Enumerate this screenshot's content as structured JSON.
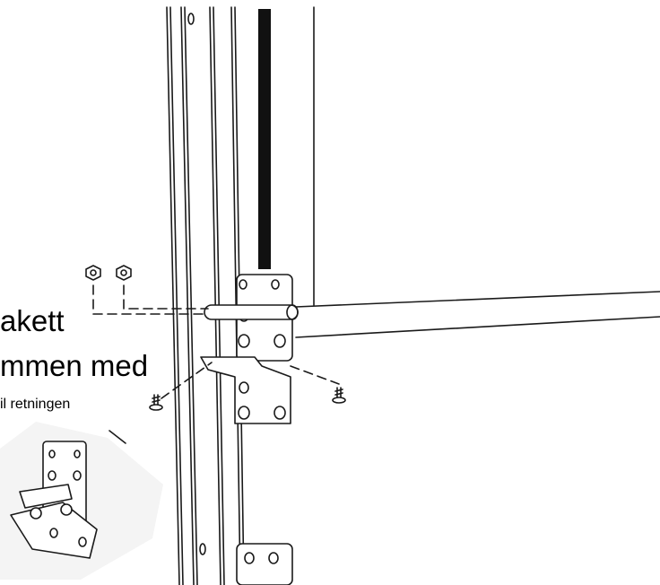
{
  "instructions": {
    "line1": "akett",
    "line2": "mmen med",
    "line3": "il retningen"
  },
  "colors": {
    "line": "#1a1a1a",
    "fill": "#ffffff",
    "photo_bg": "#f2f2f2"
  }
}
